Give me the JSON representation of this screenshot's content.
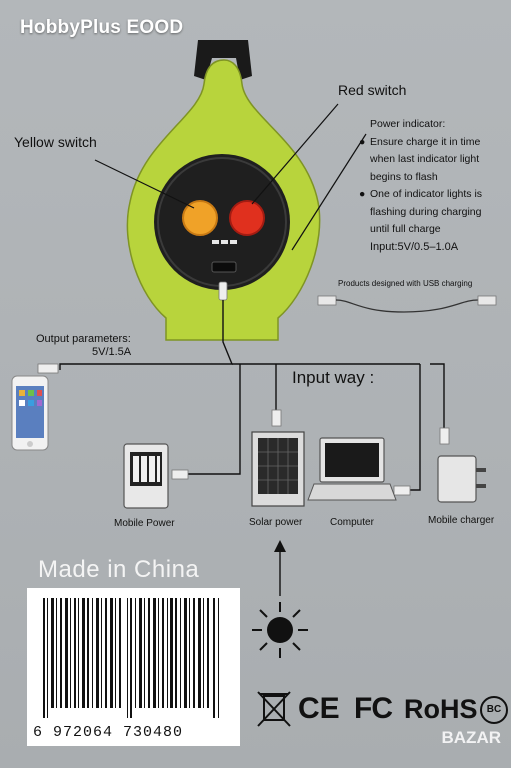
{
  "seller_label": "HobbyPlus EOOD",
  "callouts": {
    "red_switch": "Red switch",
    "yellow_switch": "Yellow switch"
  },
  "power_indicator": {
    "title": "Power indicator:",
    "bullet1_lines": [
      "Ensure charge it in time",
      "when last indicator light",
      "begins to flash"
    ],
    "bullet2_lines": [
      "One of indicator lights is",
      "flashing during charging",
      "until full charge"
    ],
    "input_spec": "Input:5V/0.5–1.0A"
  },
  "usb_products_label": "Products designed with USB charging",
  "output": {
    "label": "Output parameters:",
    "value": "5V/1.5A"
  },
  "input_way_label": "Input way :",
  "devices": {
    "mobile_power": "Mobile Power",
    "solar_power": "Solar power",
    "computer": "Computer",
    "mobile_charger": "Mobile charger"
  },
  "made_in": "Made in China",
  "barcode_digits": "6  972064  730480",
  "cert_marks": [
    "CE",
    "FC",
    "RoHS",
    "BC"
  ],
  "watermark": "BAZAR",
  "colors": {
    "device_body": "#b8d43c",
    "yellow_switch": "#f0a228",
    "red_switch": "#e0301e",
    "box_background": "#b0b4b7"
  }
}
